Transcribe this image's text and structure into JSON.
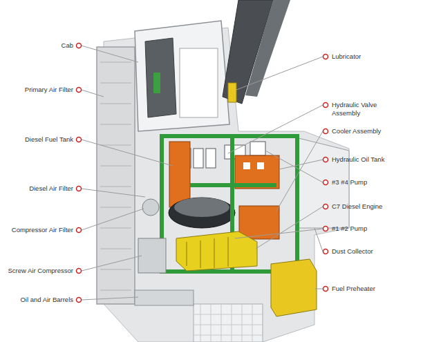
{
  "diagram": {
    "labels": [
      "Cab",
      "Primary Air Filter",
      "Diesel Fuel Tank",
      "Diesel Air Filter",
      "Compressor Air Filter",
      "Screw Air Compressor",
      "Oil and Air Barrels",
      "Lubricator",
      "Hydraulic Valve Assembly",
      "Cooler Assembly",
      "Hydraulic Oil Tank",
      "#3 #4 Pump",
      "C7 Diesel Engine",
      "#1 #2 Pump",
      "Dust Collector",
      "Fuel Preheater"
    ]
  }
}
